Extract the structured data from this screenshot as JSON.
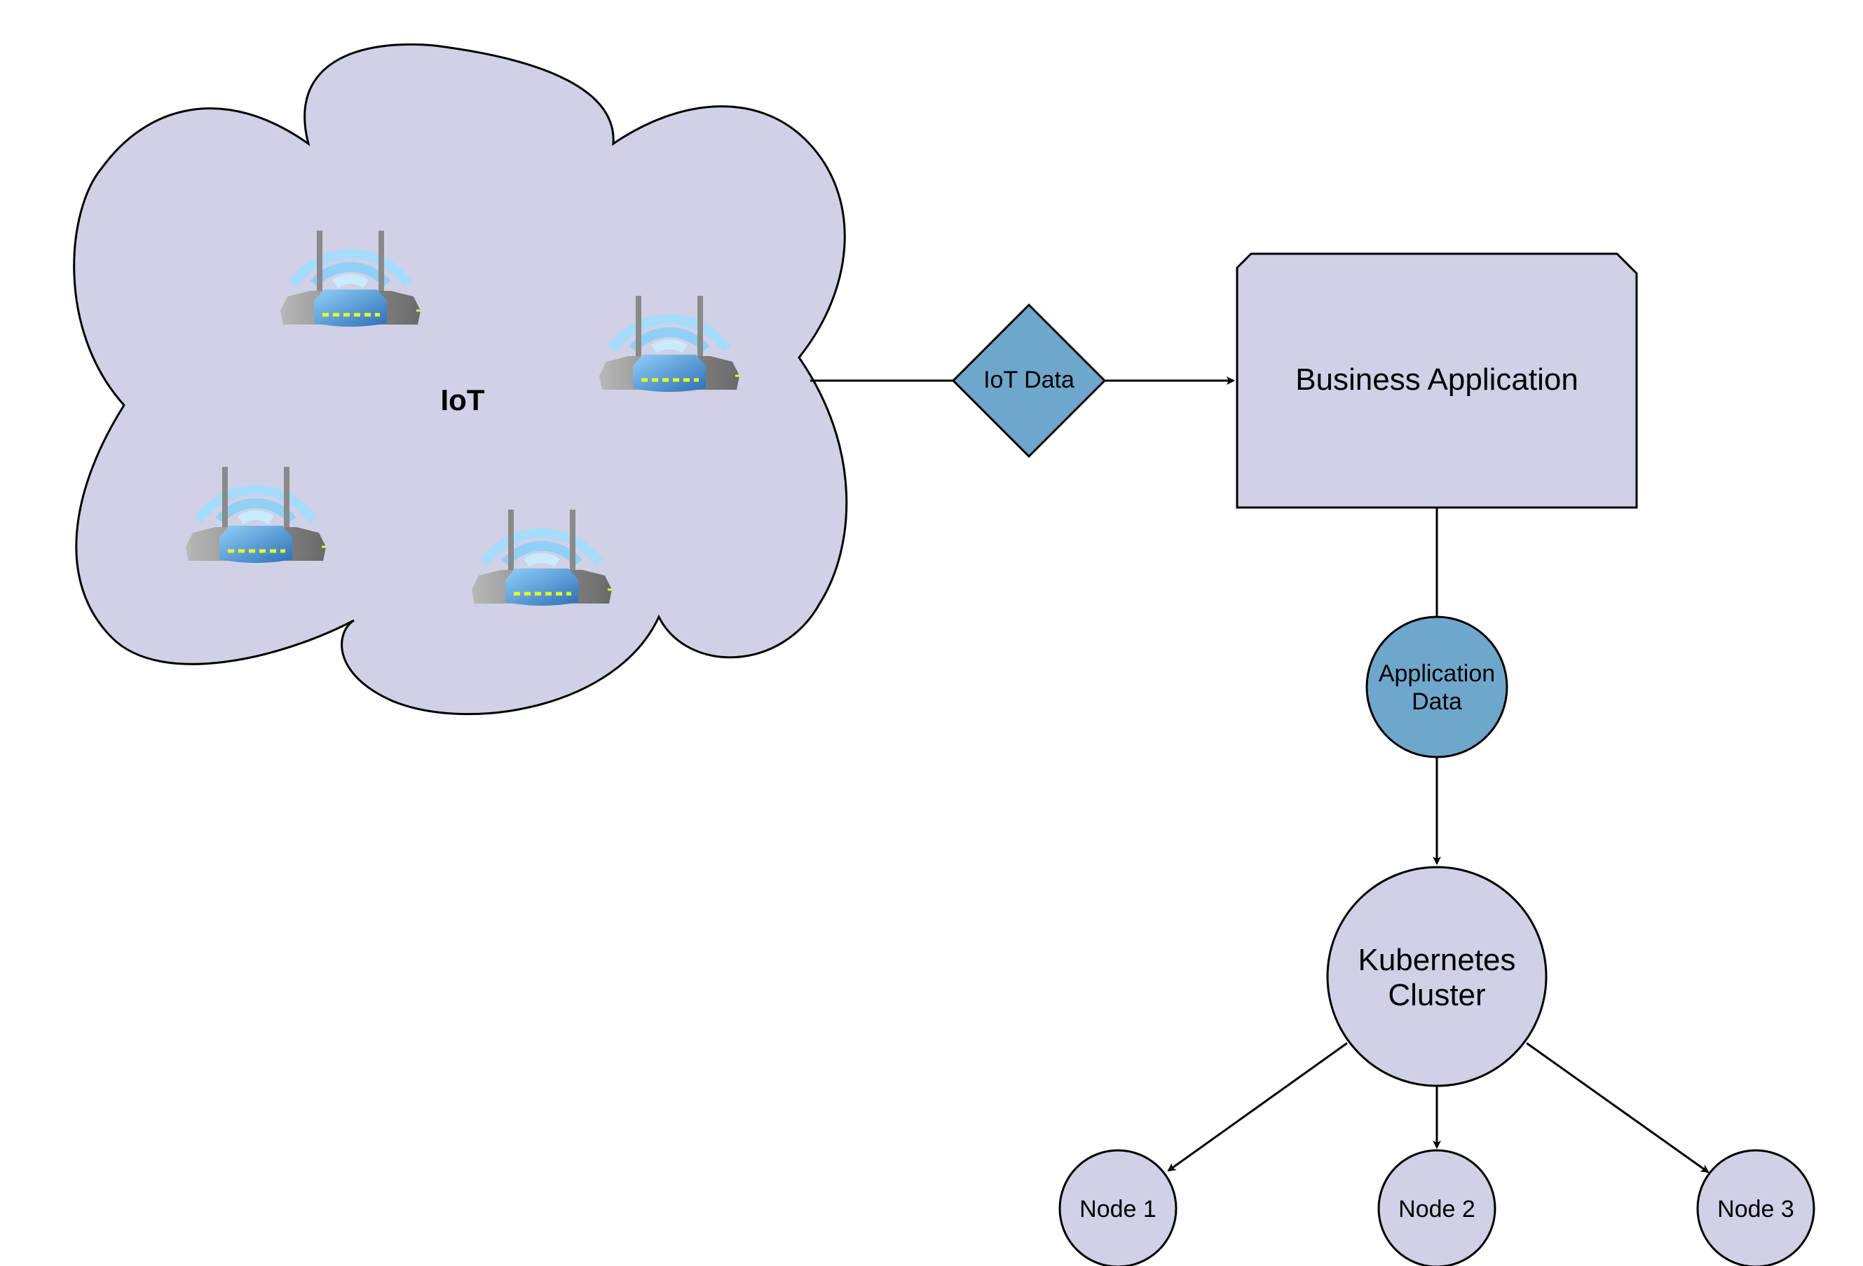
{
  "colors": {
    "shape_fill": "#d0d0e6",
    "data_fill": "#6fa7cc",
    "stroke": "#000000",
    "signal_wave": "#8fd0f7",
    "router_body": "#3a8ed6",
    "router_base": "#9a9a9a",
    "led": "#e8ff1a"
  },
  "diagram": {
    "cloud": {
      "label": "IoT",
      "icon": "wifi-router-icon",
      "device_count": 4
    },
    "iot_data": {
      "label": "IoT Data"
    },
    "business_app": {
      "label": "Business Application"
    },
    "app_data": {
      "label_line1": "Application",
      "label_line2": "Data"
    },
    "cluster": {
      "label_line1": "Kubernetes",
      "label_line2": "Cluster"
    },
    "nodes": [
      {
        "label": "Node 1"
      },
      {
        "label": "Node 2"
      },
      {
        "label": "Node 3"
      }
    ]
  }
}
